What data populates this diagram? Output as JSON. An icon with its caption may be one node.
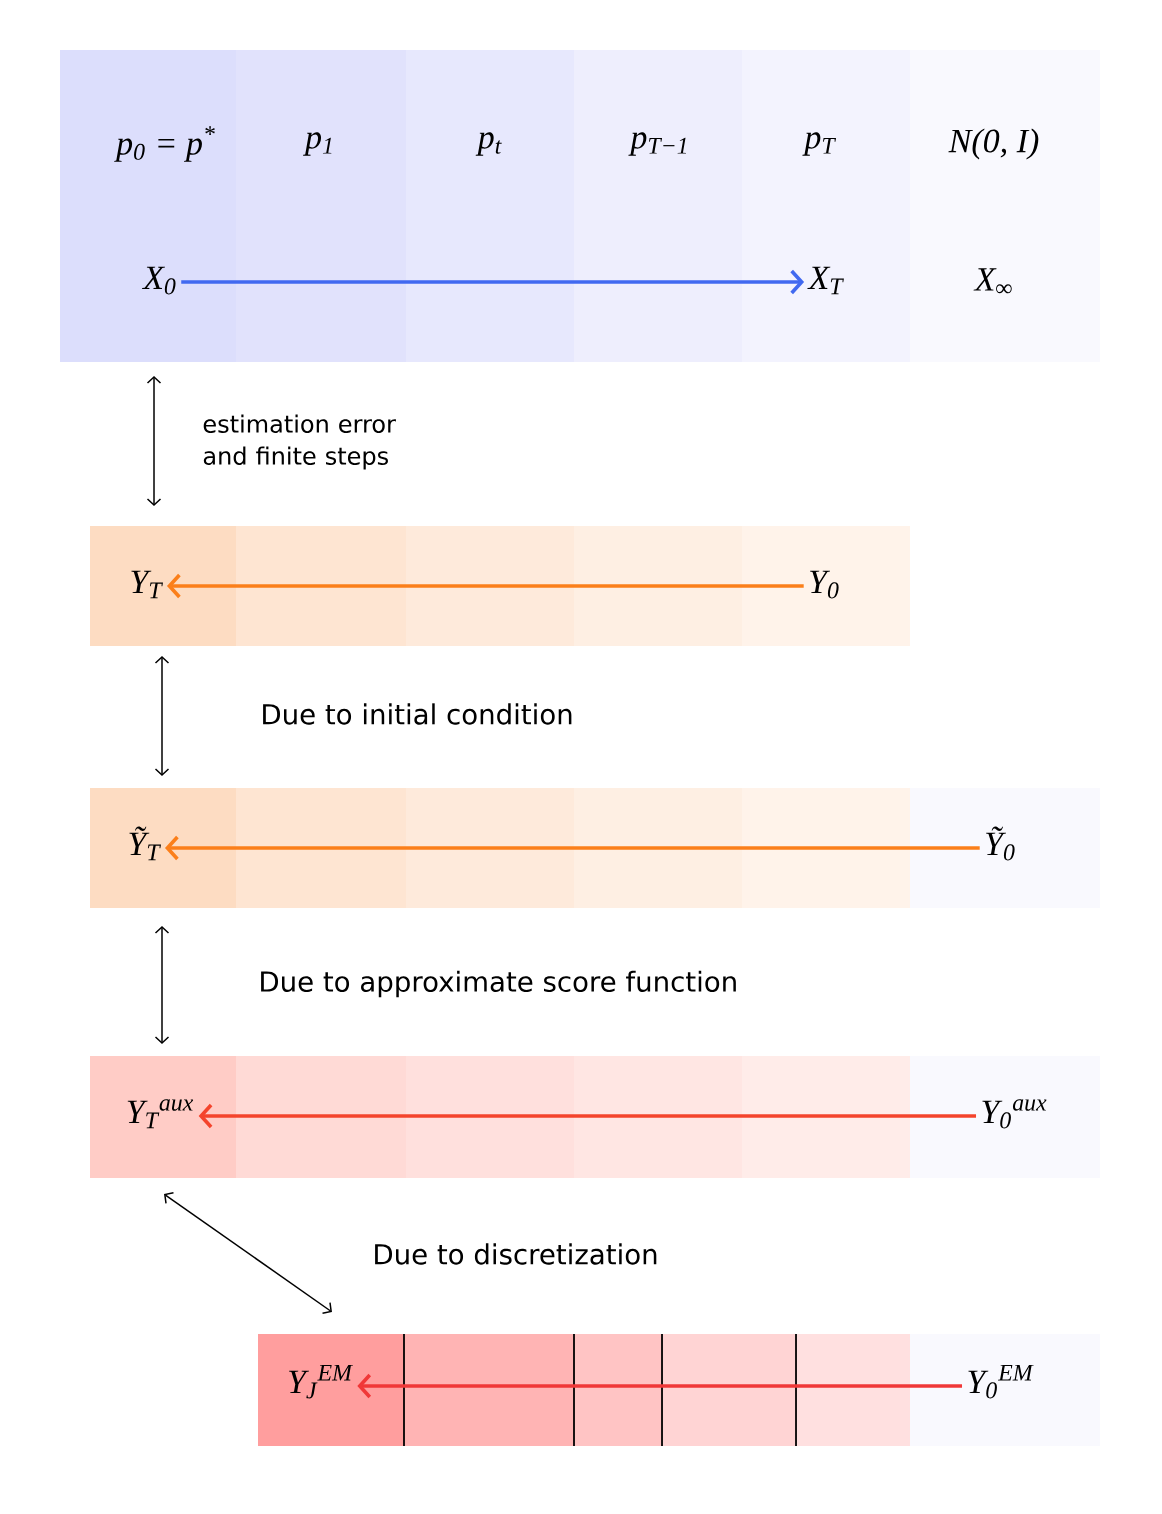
{
  "diagram": {
    "nodes": [
      {
        "text": [
          "p$_{0}$ = p$^{*}$",
          "p$_{1}$",
          "p$_{t}$",
          "p$_{T−1}$",
          "p$_{T}$",
          "N(0, I)",
          "X$_{∞}$"
        ]
      },
      {
        "text": [
          "X$_{0}$"
        ],
        "in": 0
      },
      {
        "text": [
          "X$_{T}$"
        ],
        "in": 0
      },
      {
        "text": [],
        "shape": "bar"
      },
      {
        "text": [
          "Y$_{T}$"
        ],
        "in": 3
      },
      {
        "text": [
          "Y$_{0}$"
        ],
        "in": 3
      },
      {
        "text": [],
        "shape": "bar"
      },
      {
        "text": [
          "Ỹ$_{T}$"
        ],
        "in": 6
      },
      {
        "text": [
          "Ỹ$_{0}$"
        ],
        "in": 6
      },
      {
        "text": [],
        "shape": "bar"
      },
      {
        "text": [
          "Y$_{T}$$^{aux}$"
        ],
        "in": 9
      },
      {
        "text": [
          "Y$_{0}$$^{aux}$"
        ],
        "in": 9
      },
      {
        "text": [],
        "shape": "bar"
      },
      {
        "text": [
          "Y$_{J}$$^{EM}$"
        ],
        "in": 12
      },
      {
        "text": [
          "Y$_{0}$$^{EM}$"
        ],
        "in": 12
      }
    ],
    "edges": [
      {
        "from": 1,
        "to": 2,
        "arrow": "to",
        "color": "#4169f0"
      },
      {
        "from": 5,
        "to": 4,
        "arrow": "to",
        "color": "#fb7f1a"
      },
      {
        "from": 8,
        "to": 7,
        "arrow": "to",
        "color": "#fb7f1a"
      },
      {
        "from": 11,
        "to": 10,
        "arrow": "to",
        "color": "#f4442c"
      },
      {
        "from": 14,
        "to": 13,
        "arrow": "to",
        "color": "#f03838"
      },
      {
        "from": 0,
        "to": 3,
        "arrow": "both",
        "label": "estimation error and finite steps"
      },
      {
        "from": 3,
        "to": 6,
        "arrow": "both",
        "label": "Due to initial condition"
      },
      {
        "from": 6,
        "to": 9,
        "arrow": "both",
        "label": "Due to approximate score function"
      },
      {
        "from": 9,
        "to": 12,
        "arrow": "both",
        "label": "Due to discretization"
      }
    ]
  }
}
